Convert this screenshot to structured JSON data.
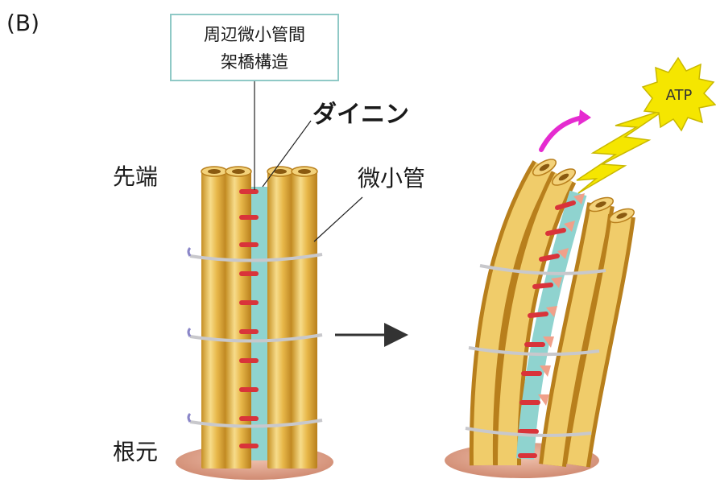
{
  "panel_label": "(B)",
  "callout_box": {
    "line1": "周辺微小管間",
    "line2": "架橋構造"
  },
  "labels": {
    "dynein": "ダイニン",
    "tip": "先端",
    "microtubule": "微小管",
    "base": "根元",
    "atp": "ATP"
  },
  "colors": {
    "tube_fill": "#e8b84a",
    "tube_highlight": "#f7dc8a",
    "tube_shadow": "#c58f24",
    "linker_teal": "#8fd3cf",
    "dynein_red": "#d9333a",
    "base_pad": "#e0a58d",
    "band_gray": "#c8c8cc",
    "band_purple": "#8a86c8",
    "magenta_arrow": "#e52bd0",
    "atp_star": "#f5e600",
    "callout_border": "#8fc9c6"
  }
}
